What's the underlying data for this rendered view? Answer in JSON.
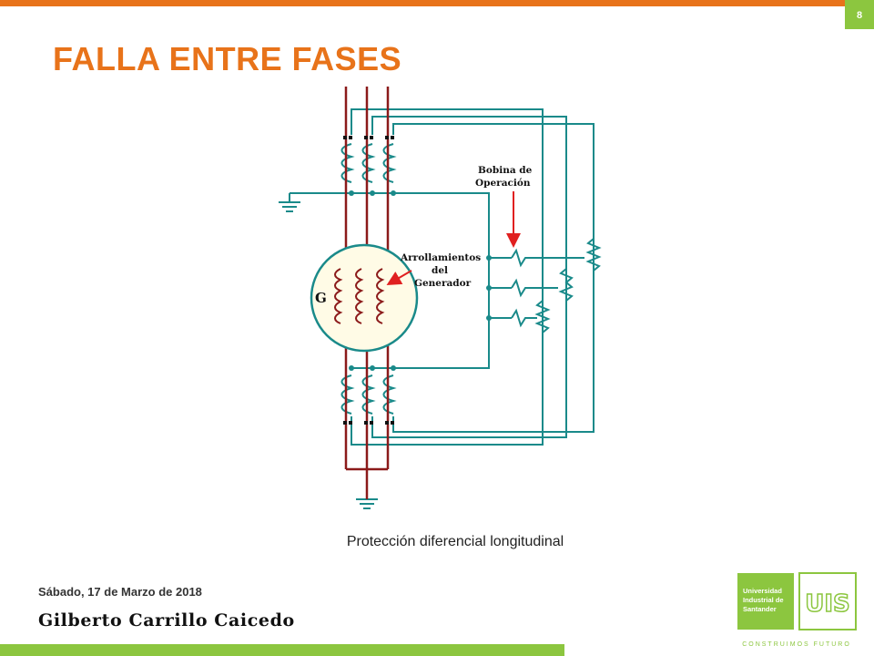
{
  "slide": {
    "page_number": "8",
    "title": "FALLA ENTRE FASES",
    "caption": "Protección diferencial longitudinal",
    "date": "Sábado, 17 de Marzo de 2018",
    "author": "Gilberto Carrillo Caicedo"
  },
  "diagram": {
    "label_coil_line1": "Bobina de",
    "label_coil_line2": "Operación",
    "label_windings_line1": "Arrollamientos",
    "label_windings_line2": "del",
    "label_windings_line3": "Generador",
    "generator_label": "G"
  },
  "logo": {
    "line1": "Universidad",
    "line2": "Industrial de",
    "line3": "Santander",
    "monogram": "UIS",
    "tagline": "CONSTRUIMOS FUTURO"
  },
  "colors": {
    "accent_orange": "#e8731a",
    "accent_green": "#8cc63f",
    "conductor": "#8b1a1a",
    "wiring": "#1a8a8a"
  }
}
